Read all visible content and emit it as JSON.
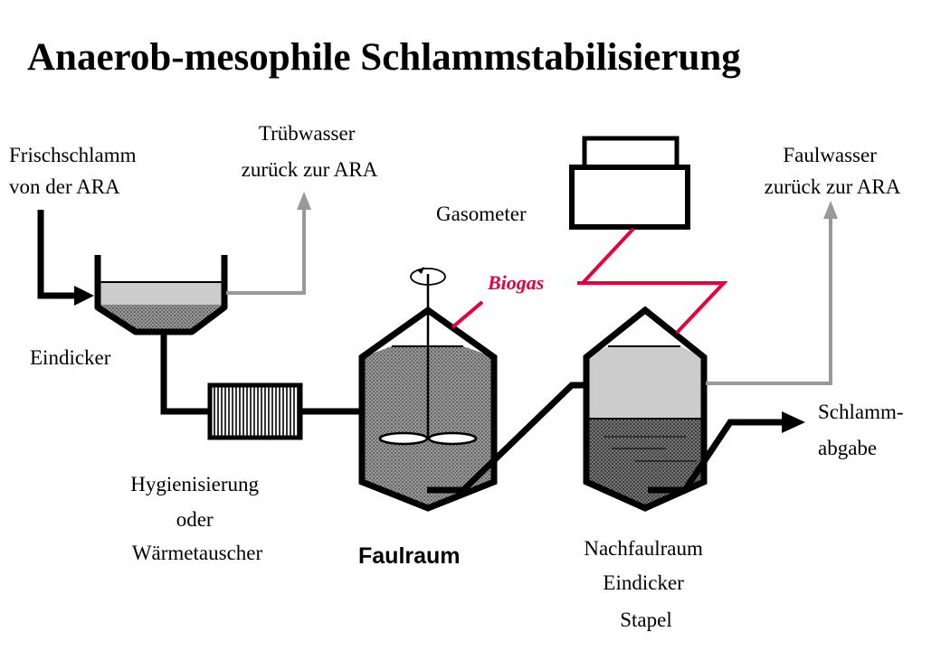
{
  "title": "Anaerob-mesophile Schlammstabilisierung",
  "labels": {
    "frischschlamm": [
      "Frischschlamm",
      "von der ARA"
    ],
    "truebwasser": [
      "Trübwasser",
      "zurück zur ARA"
    ],
    "gasometer": "Gasometer",
    "faulwasser": [
      "Faulwasser",
      "zurück zur ARA"
    ],
    "biogas": "Biogas",
    "eindicker": "Eindicker",
    "schlammabgabe": [
      "Schlamm-",
      "abgabe"
    ],
    "hygienisierung": [
      "Hygienisierung",
      "oder",
      "Wärmetauscher"
    ],
    "faulraum": "Faulraum",
    "nachfaulraum": [
      "Nachfaulraum",
      "Eindicker",
      "Stapel"
    ]
  },
  "colors": {
    "line": "#000000",
    "return_line": "#999999",
    "biogas": "#e8003a",
    "liquid": "#cccccc",
    "sludge": "#8c8c8c"
  }
}
